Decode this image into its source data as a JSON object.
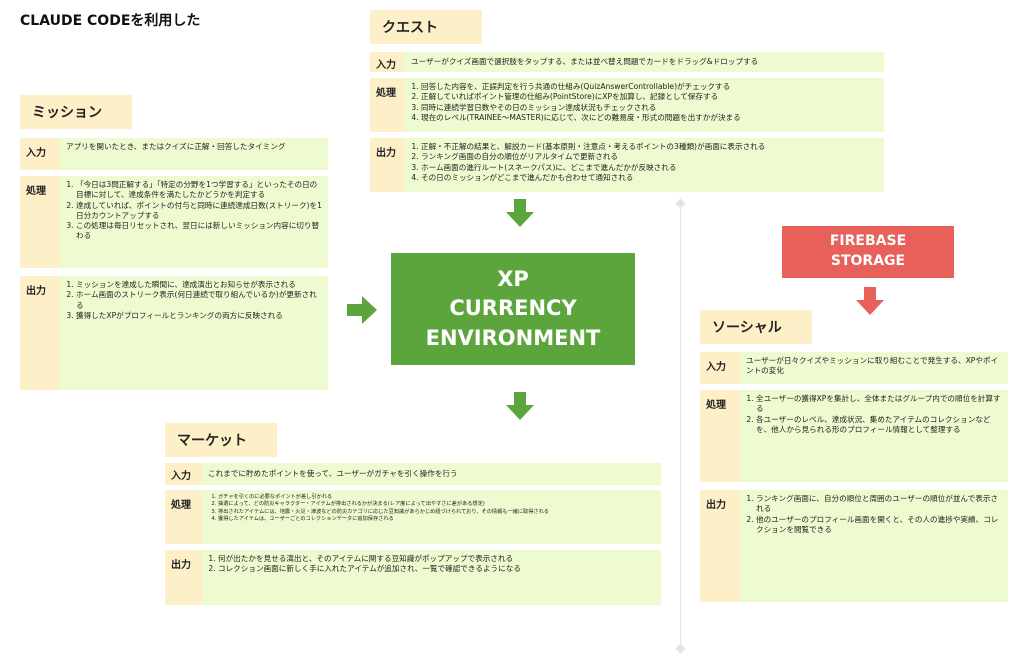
{
  "page": {
    "title": "CLAUDE CODEを利用した"
  },
  "center": {
    "line1": "XP",
    "line2": "CURRENCY",
    "line3": "ENVIRONMENT"
  },
  "firebase": {
    "line1": "FIREBASE",
    "line2": "STORAGE"
  },
  "labels": {
    "input": "入力",
    "process": "処理",
    "output": "出力"
  },
  "colors": {
    "header_bg": "#fdf0c8",
    "body_bg": "#eefad0",
    "green": "#5ca53d",
    "red": "#e8605a"
  },
  "icons": {
    "arrow": "down-arrow-icon",
    "arrow_right": "right-arrow-icon"
  },
  "quest": {
    "title": "クエスト",
    "input": "ユーザーがクイズ画面で選択肢をタップする、または並べ替え問題でカードをドラッグ&ドロップする",
    "process": [
      "回答した内容を、正誤判定を行う共通の仕組み(QuizAnswerControllable)がチェックする",
      "正解していればポイント管理の仕組み(PointStore)にXPを加算し、記録として保存する",
      "同時に連続学習日数やその日のミッション達成状況もチェックされる",
      "現在のレベル(TRAINEE〜MASTER)に応じて、次にどの難易度・形式の問題を出すかが決まる"
    ],
    "output": [
      "正解・不正解の結果と、解説カード(基本原則・注意点・考えるポイントの3種類)が画面に表示される",
      "ランキング画面の自分の順位がリアルタイムで更新される",
      "ホーム画面の進行ルート(スネークパス)に、どこまで進んだかが反映される",
      "その日のミッションがどこまで進んだかも合わせて通知される"
    ]
  },
  "mission": {
    "title": "ミッション",
    "input": "アプリを開いたとき、またはクイズに正解・回答したタイミング",
    "process": [
      "「今日は3問正解する」「特定の分野を1つ学習する」といったその日の目標に対して、達成条件を満たしたかどうかを判定する",
      "達成していれば、ポイントの付与と同時に連続達成日数(ストリーク)を1日分カウントアップする",
      "この処理は毎日リセットされ、翌日には新しいミッション内容に切り替わる"
    ],
    "output": [
      "ミッションを達成した瞬間に、達成演出とお知らせが表示される",
      "ホーム画面のストリーク表示(何日連続で取り組んでいるか)が更新される",
      "獲得したXPがプロフィールとランキングの両方に反映される"
    ]
  },
  "market": {
    "title": "マーケット",
    "input": "これまでに貯めたポイントを使って、ユーザーがガチャを引く操作を行う",
    "process": [
      "ガチャを引くのに必要なポイントが差し引かれる",
      "抽選によって、どの防災キャラクター・アイテムが排出されるかが決まる(レア度によって出やすさに差がある想定)",
      "排出されたアイテムには、地震・火災・津波などの防災カテゴリに応じた豆知識があらかじめ紐づけられており、その情報も一緒に取得される",
      "獲得したアイテムは、ユーザーごとのコレクションデータに追加保存される"
    ],
    "output": [
      "何が出たかを見せる演出と、そのアイテムに関する豆知識がポップアップで表示される",
      "コレクション画面に新しく手に入れたアイテムが追加され、一覧で確認できるようになる"
    ]
  },
  "social": {
    "title": "ソーシャル",
    "input": "ユーザーが日々クイズやミッションに取り組むことで発生する、XPやポイントの変化",
    "process": [
      "全ユーザーの獲得XPを集計し、全体またはグループ内での順位を計算する",
      "各ユーザーのレベル、達成状況、集めたアイテムのコレクションなどを、他人から見られる形のプロフィール情報として整理する"
    ],
    "output": [
      "ランキング画面に、自分の順位と周囲のユーザーの順位が並んで表示される",
      "他のユーザーのプロフィール画面を開くと、その人の進捗や実績、コレクションを閲覧できる"
    ]
  }
}
